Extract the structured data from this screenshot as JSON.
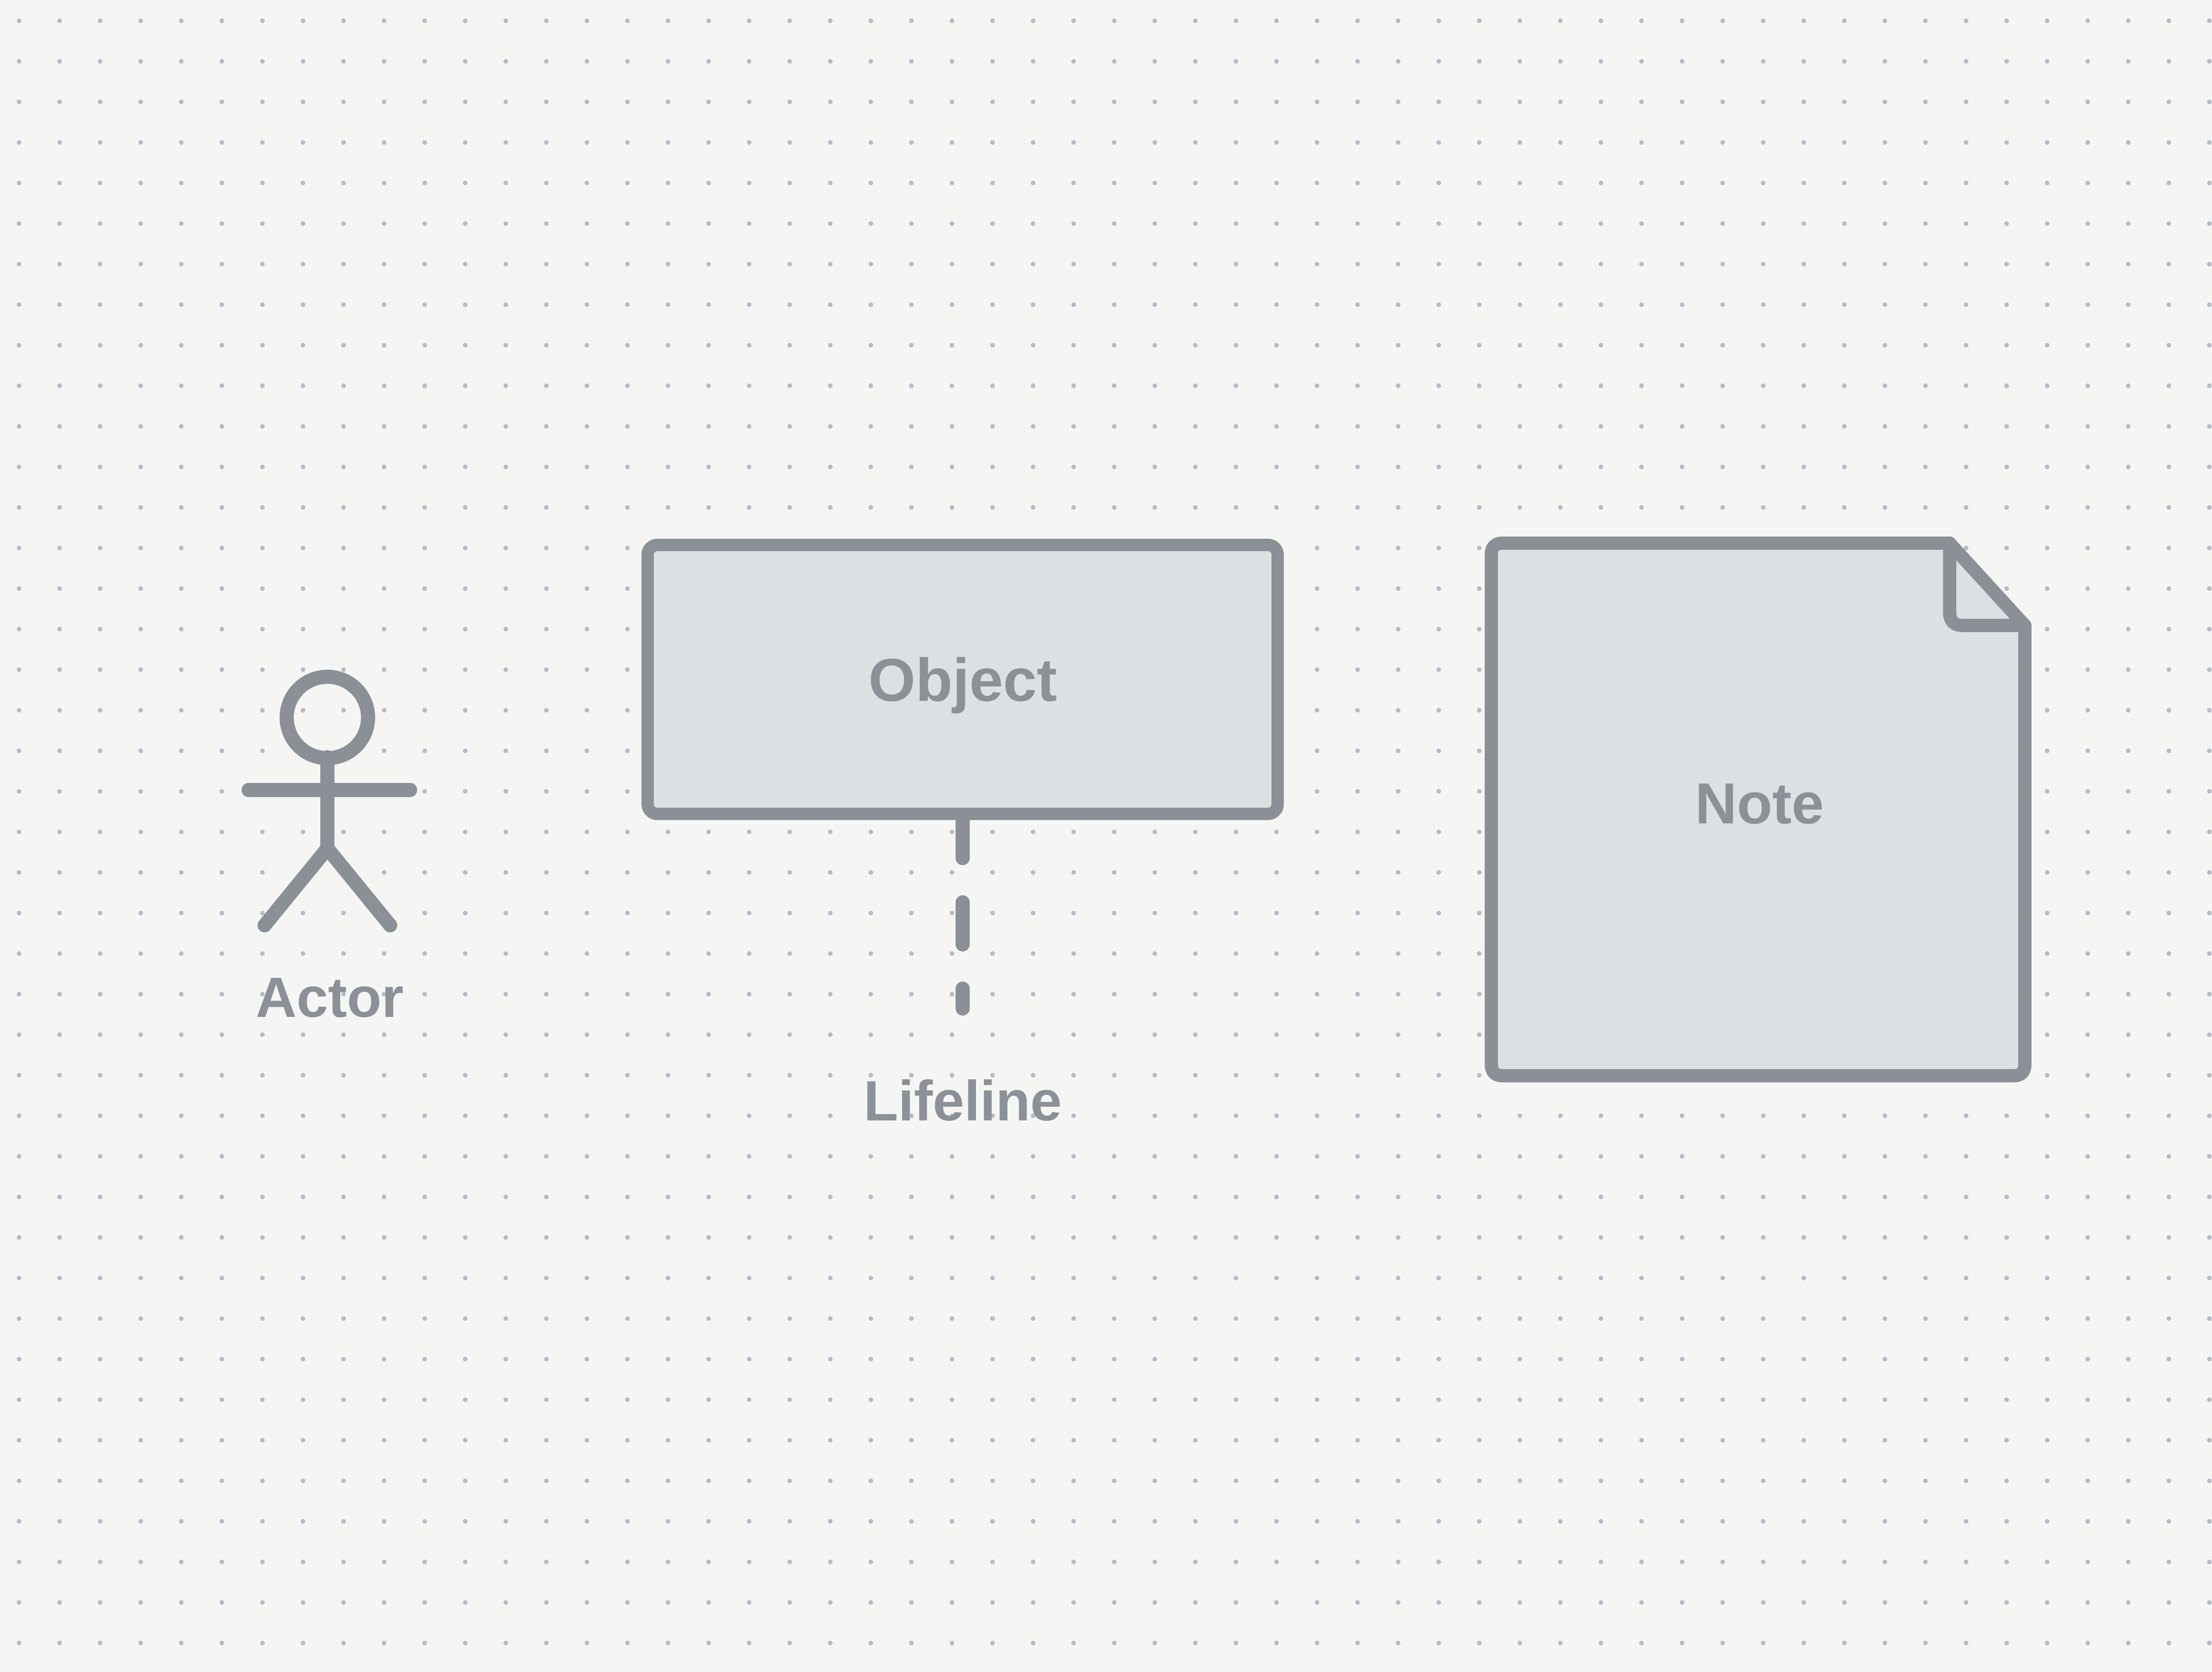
{
  "colors": {
    "bg": "#f5f5f4",
    "dot": "#b5bbc2",
    "stroke": "#8a9096",
    "fill": "#dde0e2",
    "text": "#8b9197"
  },
  "diagram": {
    "actor_label": "Actor",
    "object_label": "Object",
    "lifeline_label": "Lifeline",
    "note_label": "Note"
  }
}
